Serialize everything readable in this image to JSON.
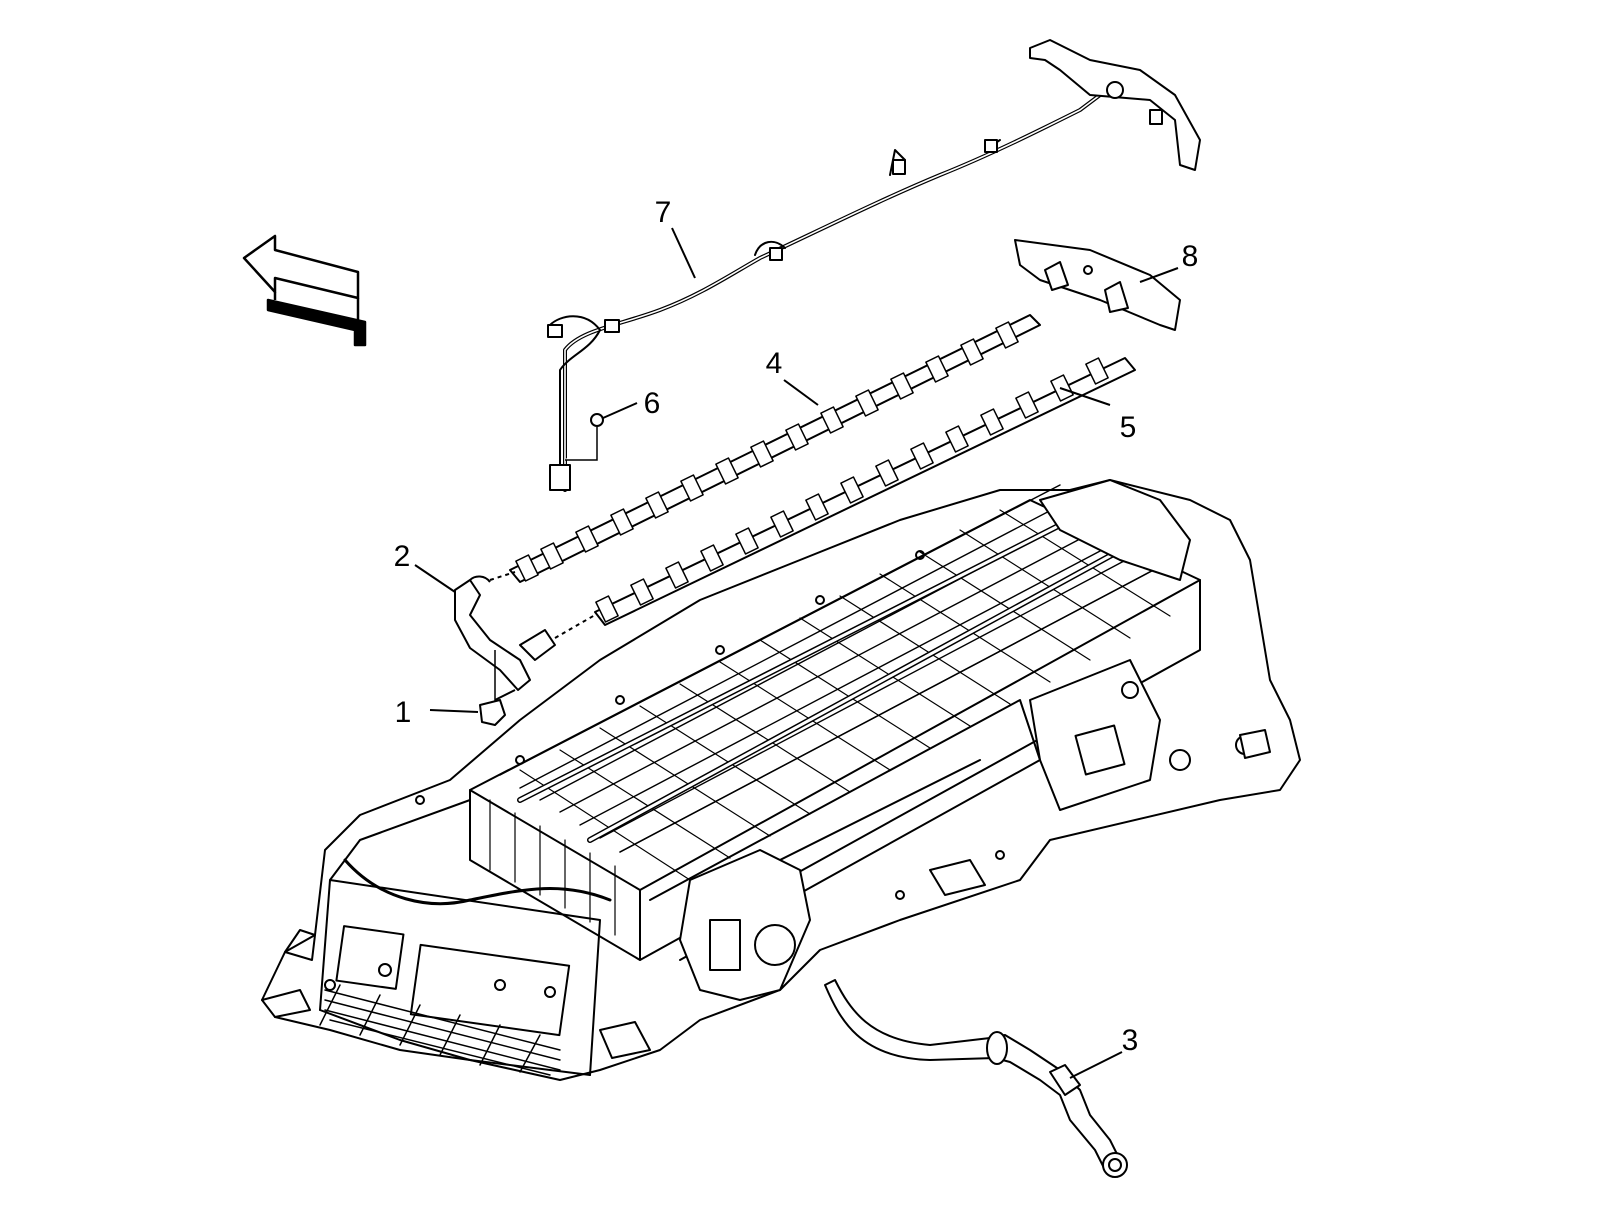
{
  "diagram": {
    "colors": {
      "line": "#000000",
      "background": "#ffffff",
      "fill": "#ffffff"
    },
    "callouts": [
      {
        "id": "1",
        "label": "1"
      },
      {
        "id": "2",
        "label": "2"
      },
      {
        "id": "3",
        "label": "3"
      },
      {
        "id": "4",
        "label": "4"
      },
      {
        "id": "5",
        "label": "5"
      },
      {
        "id": "6",
        "label": "6"
      },
      {
        "id": "7",
        "label": "7"
      },
      {
        "id": "8",
        "label": "8"
      }
    ],
    "direction_arrow": {
      "icon": "direction-arrow-icon"
    }
  }
}
